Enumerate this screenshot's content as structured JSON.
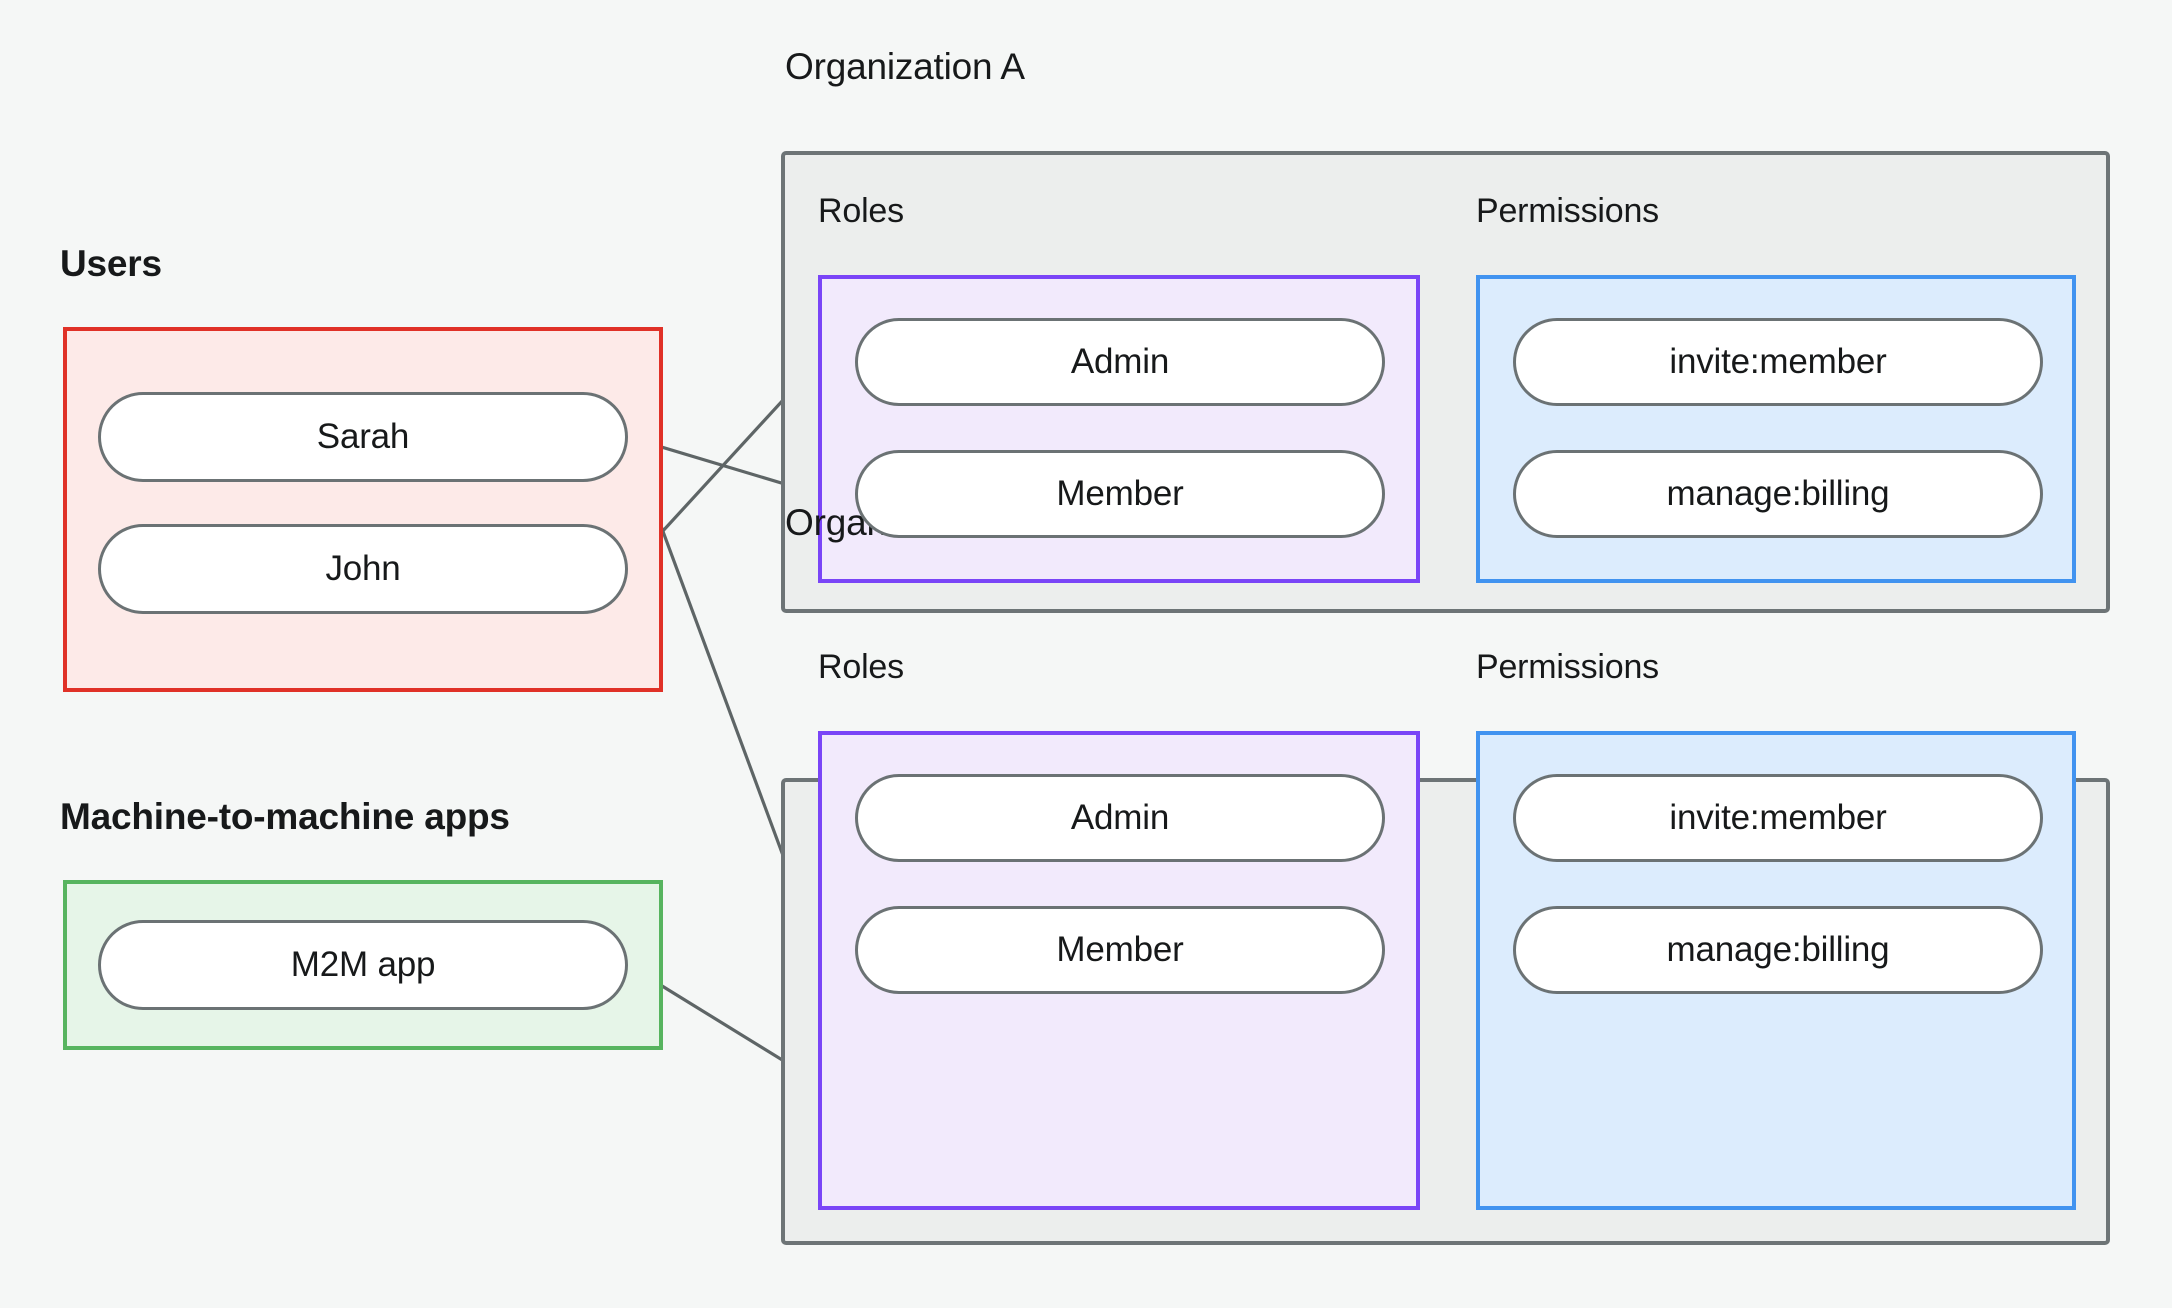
{
  "diagram": {
    "title_semantic": "rbac-organization-permissions-diagram",
    "background_color": "#f5f7f6",
    "edge_color": "#5e6566",
    "node_border_color": "#6b7274"
  },
  "groups": {
    "users": {
      "label": "Users",
      "border_color": "#e03127",
      "fill_color": "#fdeae8",
      "nodes": [
        {
          "label": "Sarah"
        },
        {
          "label": "John"
        }
      ]
    },
    "m2m": {
      "label": "Machine-to-machine apps",
      "border_color": "#57b45f",
      "fill_color": "#e6f5e8",
      "nodes": [
        {
          "label": "M2M app"
        }
      ]
    }
  },
  "organizations": [
    {
      "label": "Organization A",
      "border_color": "#6d7476",
      "fill_color": "#eceeed",
      "roles": {
        "label": "Roles",
        "border_color": "#7a45f7",
        "fill_color": "#f2eafc",
        "nodes": [
          {
            "label": "Admin"
          },
          {
            "label": "Member"
          }
        ]
      },
      "permissions": {
        "label": "Permissions",
        "border_color": "#4193f0",
        "fill_color": "#dcecfd",
        "nodes": [
          {
            "label": "invite:member"
          },
          {
            "label": "manage:billing"
          }
        ]
      }
    },
    {
      "label": "Organization B",
      "border_color": "#6d7476",
      "fill_color": "#eceeed",
      "roles": {
        "label": "Roles",
        "border_color": "#7a45f7",
        "fill_color": "#f2eafc",
        "nodes": [
          {
            "label": "Admin"
          },
          {
            "label": "Member"
          }
        ]
      },
      "permissions": {
        "label": "Permissions",
        "border_color": "#4193f0",
        "fill_color": "#dcecfd",
        "nodes": [
          {
            "label": "invite:member"
          },
          {
            "label": "manage:billing"
          }
        ]
      }
    }
  ],
  "connections": [
    {
      "from": "Sarah",
      "to": "Organization A / Member"
    },
    {
      "from": "Sarah",
      "to": "Organization B / Admin"
    },
    {
      "from": "John",
      "to": "Organization A / Admin"
    },
    {
      "from": "M2M app",
      "to": "Organization B / Member"
    },
    {
      "from": "Organization A / Admin",
      "to": "Organization A / invite:member"
    },
    {
      "from": "Organization A / Admin",
      "to": "Organization A / manage:billing"
    },
    {
      "from": "Organization A / Member",
      "to": "Organization A / manage:billing"
    },
    {
      "from": "Organization B / Admin",
      "to": "Organization B / invite:member"
    },
    {
      "from": "Organization B / Admin",
      "to": "Organization B / manage:billing"
    },
    {
      "from": "Organization B / Member",
      "to": "Organization B / manage:billing"
    }
  ]
}
